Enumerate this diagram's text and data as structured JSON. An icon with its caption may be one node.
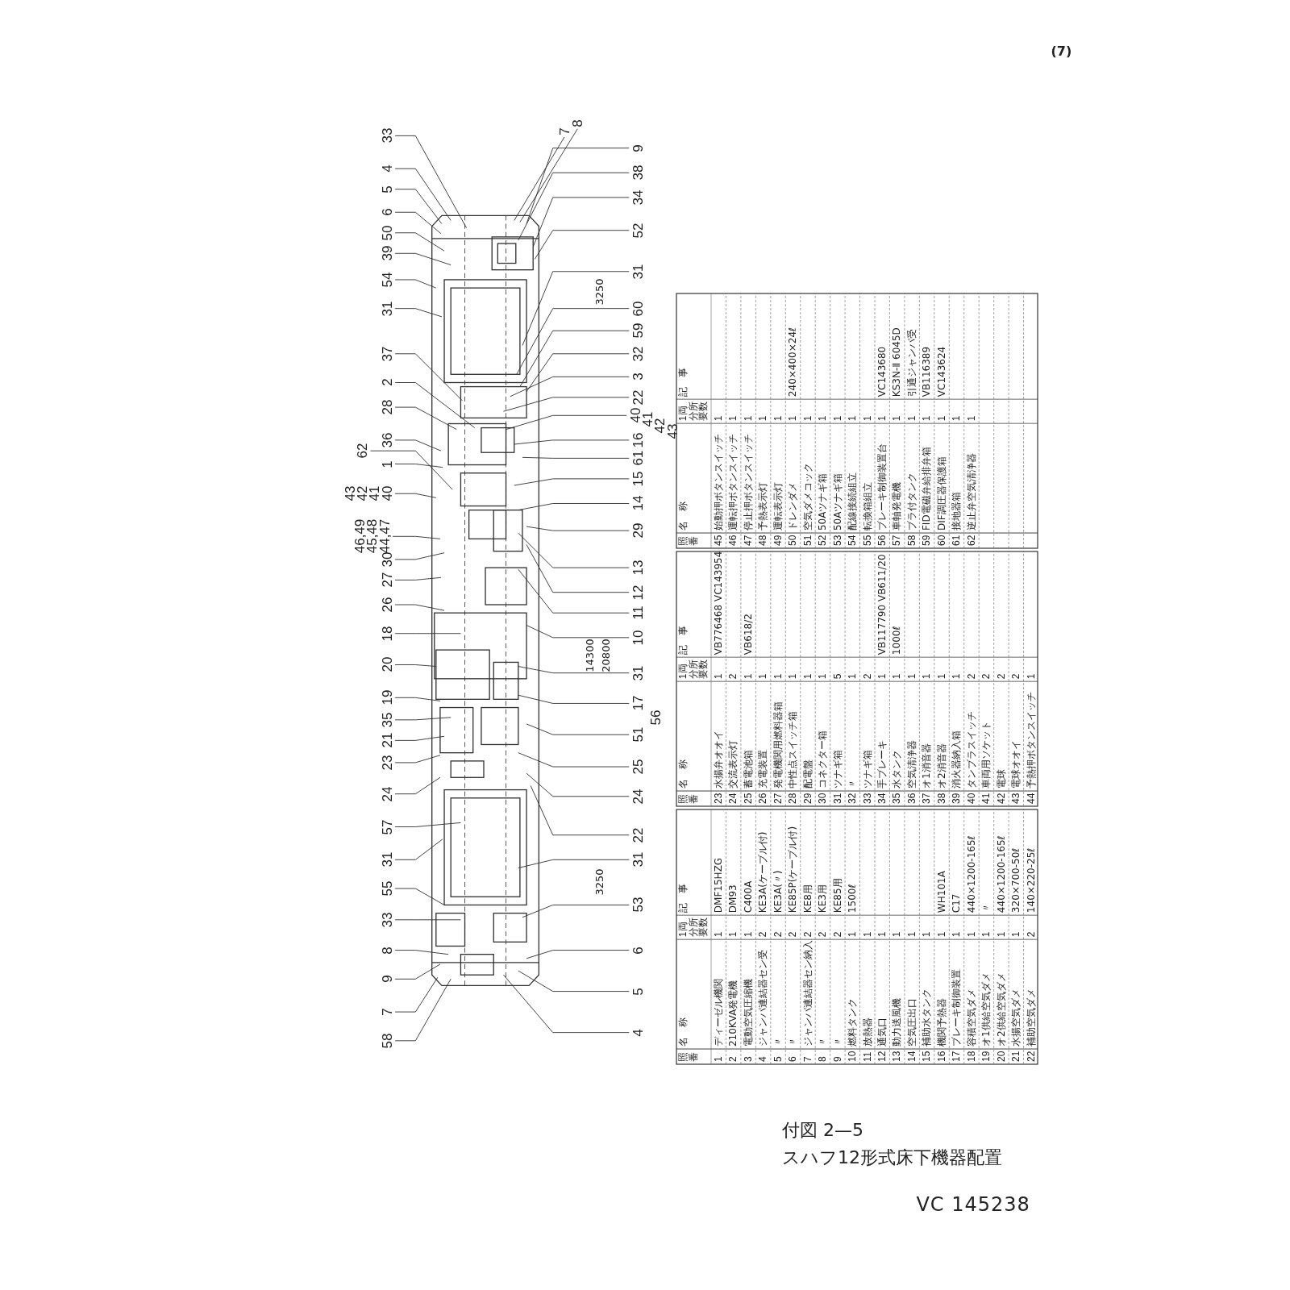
{
  "diagram": {
    "caption": "付図 2—5 スハフ12形式床下機器配置",
    "nodes": [
      {
        "text": [
          "33"
        ]
      },
      {
        "text": [
          "4"
        ]
      },
      {
        "text": [
          "5"
        ]
      },
      {
        "text": [
          "6"
        ]
      },
      {
        "text": [
          "50"
        ]
      },
      {
        "text": [
          "39"
        ]
      },
      {
        "text": [
          "54"
        ]
      },
      {
        "text": [
          "31"
        ]
      },
      {
        "text": [
          "37"
        ]
      },
      {
        "text": [
          "2"
        ]
      },
      {
        "text": [
          "28"
        ]
      },
      {
        "text": [
          "36"
        ]
      },
      {
        "text": [
          "1"
        ]
      },
      {
        "text": [
          "62"
        ]
      },
      {
        "text": [
          "40"
        ]
      },
      {
        "text": [
          "44,47"
        ]
      },
      {
        "text": [
          "30"
        ]
      },
      {
        "text": [
          "27"
        ]
      },
      {
        "text": [
          "26"
        ]
      },
      {
        "text": [
          "18"
        ]
      },
      {
        "text": [
          "20"
        ]
      },
      {
        "text": [
          "19"
        ]
      },
      {
        "text": [
          "35"
        ]
      },
      {
        "text": [
          "21"
        ]
      },
      {
        "text": [
          "23"
        ]
      },
      {
        "text": [
          "24"
        ]
      },
      {
        "text": [
          "57"
        ]
      },
      {
        "text": [
          "31"
        ]
      },
      {
        "text": [
          "55"
        ]
      },
      {
        "text": [
          "33"
        ]
      },
      {
        "text": [
          "8"
        ]
      },
      {
        "text": [
          "9"
        ]
      },
      {
        "text": [
          "7"
        ]
      },
      {
        "text": [
          "58"
        ]
      },
      {
        "text": [
          "7"
        ]
      },
      {
        "text": [
          "8"
        ]
      },
      {
        "text": [
          "9"
        ]
      },
      {
        "text": [
          "38"
        ]
      },
      {
        "text": [
          "34"
        ]
      },
      {
        "text": [
          "52"
        ]
      },
      {
        "text": [
          "31"
        ]
      },
      {
        "text": [
          "60"
        ]
      },
      {
        "text": [
          "59"
        ]
      },
      {
        "text": [
          "32"
        ]
      },
      {
        "text": [
          "3"
        ]
      },
      {
        "text": [
          "22"
        ]
      },
      {
        "text": [
          "40"
        ]
      },
      {
        "text": [
          "16"
        ]
      },
      {
        "text": [
          "61"
        ]
      },
      {
        "text": [
          "15"
        ]
      },
      {
        "text": [
          "14"
        ]
      },
      {
        "text": [
          "29"
        ]
      },
      {
        "text": [
          "13"
        ]
      },
      {
        "text": [
          "12"
        ]
      },
      {
        "text": [
          "11"
        ]
      },
      {
        "text": [
          "10"
        ]
      },
      {
        "text": [
          "31"
        ]
      },
      {
        "text": [
          "17"
        ]
      },
      {
        "text": [
          "51"
        ]
      },
      {
        "text": [
          "25"
        ]
      },
      {
        "text": [
          "24"
        ]
      },
      {
        "text": [
          "22"
        ]
      },
      {
        "text": [
          "31"
        ]
      },
      {
        "text": [
          "53"
        ]
      },
      {
        "text": [
          "6"
        ]
      },
      {
        "text": [
          "5"
        ]
      },
      {
        "text": [
          "4"
        ]
      }
    ],
    "edges": [
      {
        "from": 0,
        "to": null,
        "arrow": "none"
      },
      {
        "from": 1,
        "to": null,
        "arrow": "none"
      },
      {
        "from": 2,
        "to": null,
        "arrow": "none"
      },
      {
        "from": 3,
        "to": null,
        "arrow": "none"
      },
      {
        "from": 4,
        "to": null,
        "arrow": "none"
      },
      {
        "from": 5,
        "to": null,
        "arrow": "none"
      },
      {
        "from": 6,
        "to": null,
        "arrow": "none"
      },
      {
        "from": 7,
        "to": null,
        "arrow": "none"
      },
      {
        "from": 8,
        "to": null,
        "arrow": "none"
      },
      {
        "from": 9,
        "to": null,
        "arrow": "none"
      },
      {
        "from": 10,
        "to": null,
        "arrow": "none"
      },
      {
        "from": 11,
        "to": null,
        "arrow": "none"
      },
      {
        "from": 12,
        "to": null,
        "arrow": "none"
      },
      {
        "from": 13,
        "to": null,
        "arrow": "none"
      },
      {
        "from": 14,
        "to": null,
        "arrow": "none"
      },
      {
        "from": 15,
        "to": null,
        "arrow": "none"
      },
      {
        "from": 16,
        "to": null,
        "arrow": "none"
      },
      {
        "from": 17,
        "to": null,
        "arrow": "none"
      },
      {
        "from": 18,
        "to": null,
        "arrow": "none"
      },
      {
        "from": 19,
        "to": null,
        "arrow": "none"
      },
      {
        "from": 20,
        "to": null,
        "arrow": "none"
      },
      {
        "from": 21,
        "to": null,
        "arrow": "none"
      },
      {
        "from": 22,
        "to": null,
        "arrow": "none"
      },
      {
        "from": 23,
        "to": null,
        "arrow": "none"
      },
      {
        "from": 24,
        "to": null,
        "arrow": "none"
      },
      {
        "from": 25,
        "to": null,
        "arrow": "none"
      },
      {
        "from": 26,
        "to": null,
        "arrow": "none"
      },
      {
        "from": 27,
        "to": null,
        "arrow": "none"
      },
      {
        "from": 28,
        "to": null,
        "arrow": "none"
      },
      {
        "from": 29,
        "to": null,
        "arrow": "none"
      },
      {
        "from": 30,
        "to": null,
        "arrow": "none"
      },
      {
        "from": 31,
        "to": null,
        "arrow": "none"
      },
      {
        "from": 32,
        "to": null,
        "arrow": "none"
      },
      {
        "from": 33,
        "to": null,
        "arrow": "none"
      },
      {
        "from": 34,
        "to": null,
        "arrow": "none"
      },
      {
        "from": 35,
        "to": null,
        "arrow": "none"
      },
      {
        "from": 36,
        "to": null,
        "arrow": "none"
      },
      {
        "from": 37,
        "to": null,
        "arrow": "none"
      },
      {
        "from": 38,
        "to": null,
        "arrow": "none"
      },
      {
        "from": 39,
        "to": null,
        "arrow": "none"
      },
      {
        "from": 40,
        "to": null,
        "arrow": "none"
      },
      {
        "from": 41,
        "to": null,
        "arrow": "none"
      },
      {
        "from": 42,
        "to": null,
        "arrow": "none"
      },
      {
        "from": 43,
        "to": null,
        "arrow": "none"
      },
      {
        "from": 44,
        "to": null,
        "arrow": "none"
      },
      {
        "from": 45,
        "to": null,
        "arrow": "none"
      },
      {
        "from": 46,
        "to": null,
        "arrow": "none"
      },
      {
        "from": 47,
        "to": null,
        "arrow": "none"
      },
      {
        "from": 48,
        "to": null,
        "arrow": "none"
      },
      {
        "from": 49,
        "to": null,
        "arrow": "none"
      },
      {
        "from": 50,
        "to": null,
        "arrow": "none"
      },
      {
        "from": 51,
        "to": null,
        "arrow": "none"
      },
      {
        "from": 52,
        "to": null,
        "arrow": "none"
      },
      {
        "from": 53,
        "to": null,
        "arrow": "none"
      },
      {
        "from": 54,
        "to": null,
        "arrow": "none"
      },
      {
        "from": 55,
        "to": null,
        "arrow": "none"
      },
      {
        "from": 56,
        "to": null,
        "arrow": "none"
      },
      {
        "from": 57,
        "to": null,
        "arrow": "none"
      },
      {
        "from": 58,
        "to": null,
        "arrow": "none"
      },
      {
        "from": 59,
        "to": null,
        "arrow": "none"
      },
      {
        "from": 60,
        "to": null,
        "arrow": "none"
      },
      {
        "from": 61,
        "to": null,
        "arrow": "none"
      },
      {
        "from": 62,
        "to": null,
        "arrow": "none"
      },
      {
        "from": 63,
        "to": null,
        "arrow": "none"
      },
      {
        "from": 64,
        "to": null,
        "arrow": "none"
      },
      {
        "from": 65,
        "to": null,
        "arrow": "none"
      },
      {
        "from": 66,
        "to": null,
        "arrow": "none"
      }
    ],
    "labels": [
      "(7)",
      "43",
      "42",
      "41",
      "46,49",
      "45,48",
      "41",
      "42",
      "43",
      "56",
      "3250",
      "14300",
      "20800",
      "3250",
      "照番",
      "名　称",
      "1両分所要数",
      "記　事",
      "1",
      "ディーゼル機関",
      "1",
      "DMF15HZG",
      "2",
      "210KVA発電機",
      "1",
      "DM93",
      "3",
      "電動空気圧縮機",
      "1",
      "C400A",
      "4",
      "ジャンパ連結器セン受",
      "2",
      "KE3A(ケーブル付)",
      "5",
      "〃",
      "2",
      "KE3A(〃)",
      "6",
      "〃",
      "2",
      "KE85P(ケーブル付)",
      "7",
      "ジャンパ連結器セン納入",
      "2",
      "KE8用",
      "8",
      "〃",
      "2",
      "KE3用",
      "9",
      "〃",
      "2",
      "KE85用",
      "10",
      "燃料タンク",
      "1",
      "1500ℓ",
      "11",
      "放熱器",
      "1",
      "12",
      "通気口",
      "1",
      "13",
      "動力送風機",
      "1",
      "14",
      "空気圧出口",
      "1",
      "15",
      "補助水タンク",
      "1",
      "16",
      "機関予熱器",
      "1",
      "WH101A",
      "17",
      "ブレーキ制御装置",
      "1",
      "C17",
      "18",
      "容積空気ダメ",
      "1",
      "440×1200-165ℓ",
      "19",
      "オ1供給空気ダメ",
      "1",
      "〃",
      "20",
      "オ2供給空気ダメ",
      "1",
      "440×1200-165ℓ",
      "21",
      "水揚空気ダメ",
      "1",
      "320×700-50ℓ",
      "22",
      "補助空気ダメ",
      "2",
      "140×220-25ℓ",
      "照番",
      "名　称",
      "1両分所要数",
      "記　事",
      "23",
      "水揚弁オオイ",
      "1",
      "VB776468 VC143954",
      "24",
      "交流表示灯",
      "2",
      "25",
      "蓄電池箱",
      "1",
      "VB618/2",
      "26",
      "充電装置",
      "1",
      "27",
      "発電機関用燃料器箱",
      "1",
      "28",
      "中性点スイッチ箱",
      "1",
      "29",
      "配電盤",
      "1",
      "30",
      "コネクター箱",
      "1",
      "31",
      "ツナギ箱",
      "5",
      "32",
      "〃",
      "1",
      "33",
      "ツナギ箱",
      "2",
      "34",
      "手ブレーキ",
      "1",
      "VB117790 VB611/20",
      "35",
      "水タンク",
      "1",
      "1000ℓ",
      "36",
      "空気清浄器",
      "1",
      "37",
      "オ1消音器",
      "1",
      "38",
      "オ2消音器",
      "1",
      "39",
      "消火器納入箱",
      "1",
      "40",
      "タンブラスイッチ",
      "2",
      "41",
      "車両用ソケット",
      "2",
      "42",
      "電球",
      "2",
      "43",
      "電球オオイ",
      "2",
      "44",
      "予熱押ボタンスイッチ",
      "1",
      "照番",
      "名　称",
      "1両分所要数",
      "記　事",
      "45",
      "始動押ボタンスイッチ",
      "1",
      "46",
      "運転押ボタンスイッチ",
      "1",
      "47",
      "停止押ボタンスイッチ",
      "1",
      "48",
      "予熱表示灯",
      "1",
      "49",
      "運転表示灯",
      "1",
      "50",
      "ドレンダメ",
      "1",
      "240×400×24ℓ",
      "51",
      "空気ダメコック",
      "1",
      "52",
      "50Aツナギ箱",
      "1",
      "53",
      "50Aツナギ箱",
      "1",
      "54",
      "配線接続組立",
      "1",
      "55",
      "転換箱組立",
      "1",
      "56",
      "ブレーキ制御装置台",
      "1",
      "VC143680",
      "57",
      "車軸発電機",
      "1",
      "KS3N-Ⅱ 6045D",
      "58",
      "ブラ付タンク",
      "1",
      "引通ジャンパ受",
      "59",
      "FID電磁弁給排弁箱",
      "1",
      "VB116389",
      "60",
      "DIF調圧器保護箱",
      "1",
      "VC143624",
      "61",
      "接地器箱",
      "1",
      "62",
      "逆止弁空気清浄器",
      "1",
      "VC 145238"
    ]
  }
}
